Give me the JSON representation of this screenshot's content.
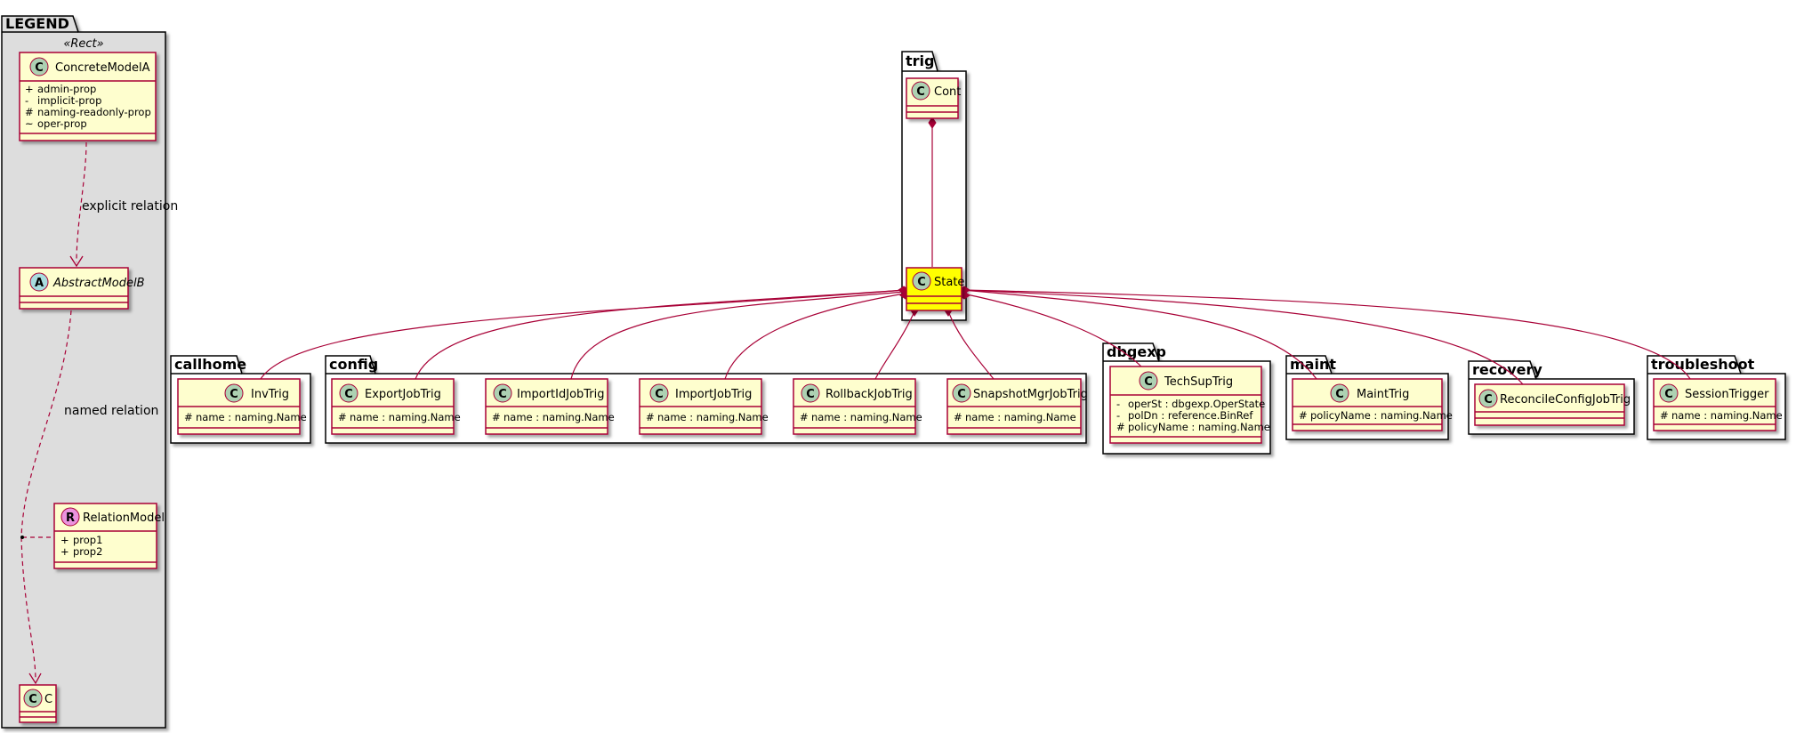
{
  "legend": {
    "package": "LEGEND",
    "stereotype": "«Rect»",
    "concrete": {
      "name": "ConcreteModelA",
      "attributes": [
        {
          "vis": "+",
          "text": "admin-prop"
        },
        {
          "vis": "-",
          "text": "implicit-prop"
        },
        {
          "vis": "#",
          "text": "naming-readonly-prop"
        },
        {
          "vis": "~",
          "text": "oper-prop"
        }
      ]
    },
    "abstract": {
      "name": "AbstractModelB"
    },
    "relation_model": {
      "name": "RelationModel",
      "attributes": [
        {
          "vis": "+",
          "text": "prop1"
        },
        {
          "vis": "+",
          "text": "prop2"
        }
      ]
    },
    "c_class": {
      "name": "C"
    },
    "explicit_label": "explicit relation",
    "named_label": "named relation"
  },
  "packages": {
    "trig": "trig",
    "callhome": "callhome",
    "config": "config",
    "dbgexp": "dbgexp",
    "maint": "maint",
    "recovery": "recovery",
    "troubleshoot": "troubleshoot"
  },
  "classes": {
    "cont": {
      "name": "Cont"
    },
    "state": {
      "name": "State"
    },
    "invtrig": {
      "name": "InvTrig",
      "attrs": [
        {
          "vis": "#",
          "text": "name : naming.Name"
        }
      ]
    },
    "exportjobtrig": {
      "name": "ExportJobTrig",
      "attrs": [
        {
          "vis": "#",
          "text": "name : naming.Name"
        }
      ]
    },
    "importidjobtrig": {
      "name": "ImportIdJobTrig",
      "attrs": [
        {
          "vis": "#",
          "text": "name : naming.Name"
        }
      ]
    },
    "importjobtrig": {
      "name": "ImportJobTrig",
      "attrs": [
        {
          "vis": "#",
          "text": "name : naming.Name"
        }
      ]
    },
    "rollbackjobtrig": {
      "name": "RollbackJobTrig",
      "attrs": [
        {
          "vis": "#",
          "text": "name : naming.Name"
        }
      ]
    },
    "snapshotmgrjobtrig": {
      "name": "SnapshotMgrJobTrig",
      "attrs": [
        {
          "vis": "#",
          "text": "name : naming.Name"
        }
      ]
    },
    "techsuptrig": {
      "name": "TechSupTrig",
      "attrs": [
        {
          "vis": "-",
          "text": "operSt : dbgexp.OperState"
        },
        {
          "vis": "-",
          "text": "polDn : reference.BinRef"
        },
        {
          "vis": "#",
          "text": "policyName : naming.Name"
        }
      ]
    },
    "mainttrig": {
      "name": "MaintTrig",
      "attrs": [
        {
          "vis": "#",
          "text": "policyName : naming.Name"
        }
      ]
    },
    "reconcileconfigjobtrig": {
      "name": "ReconcileConfigJobTrig",
      "attrs": []
    },
    "sessiontrigger": {
      "name": "SessionTrigger",
      "attrs": [
        {
          "vis": "#",
          "text": "name : naming.Name"
        }
      ]
    }
  },
  "colors": {
    "class_fill": "#FEFECE",
    "class_border": "#A80036",
    "circle_c": "#ADD1B2",
    "circle_a": "#A9DCDF",
    "circle_r": "#EB93DF",
    "highlight": "#FFFF00",
    "legend_fill": "#DDDDDD"
  }
}
